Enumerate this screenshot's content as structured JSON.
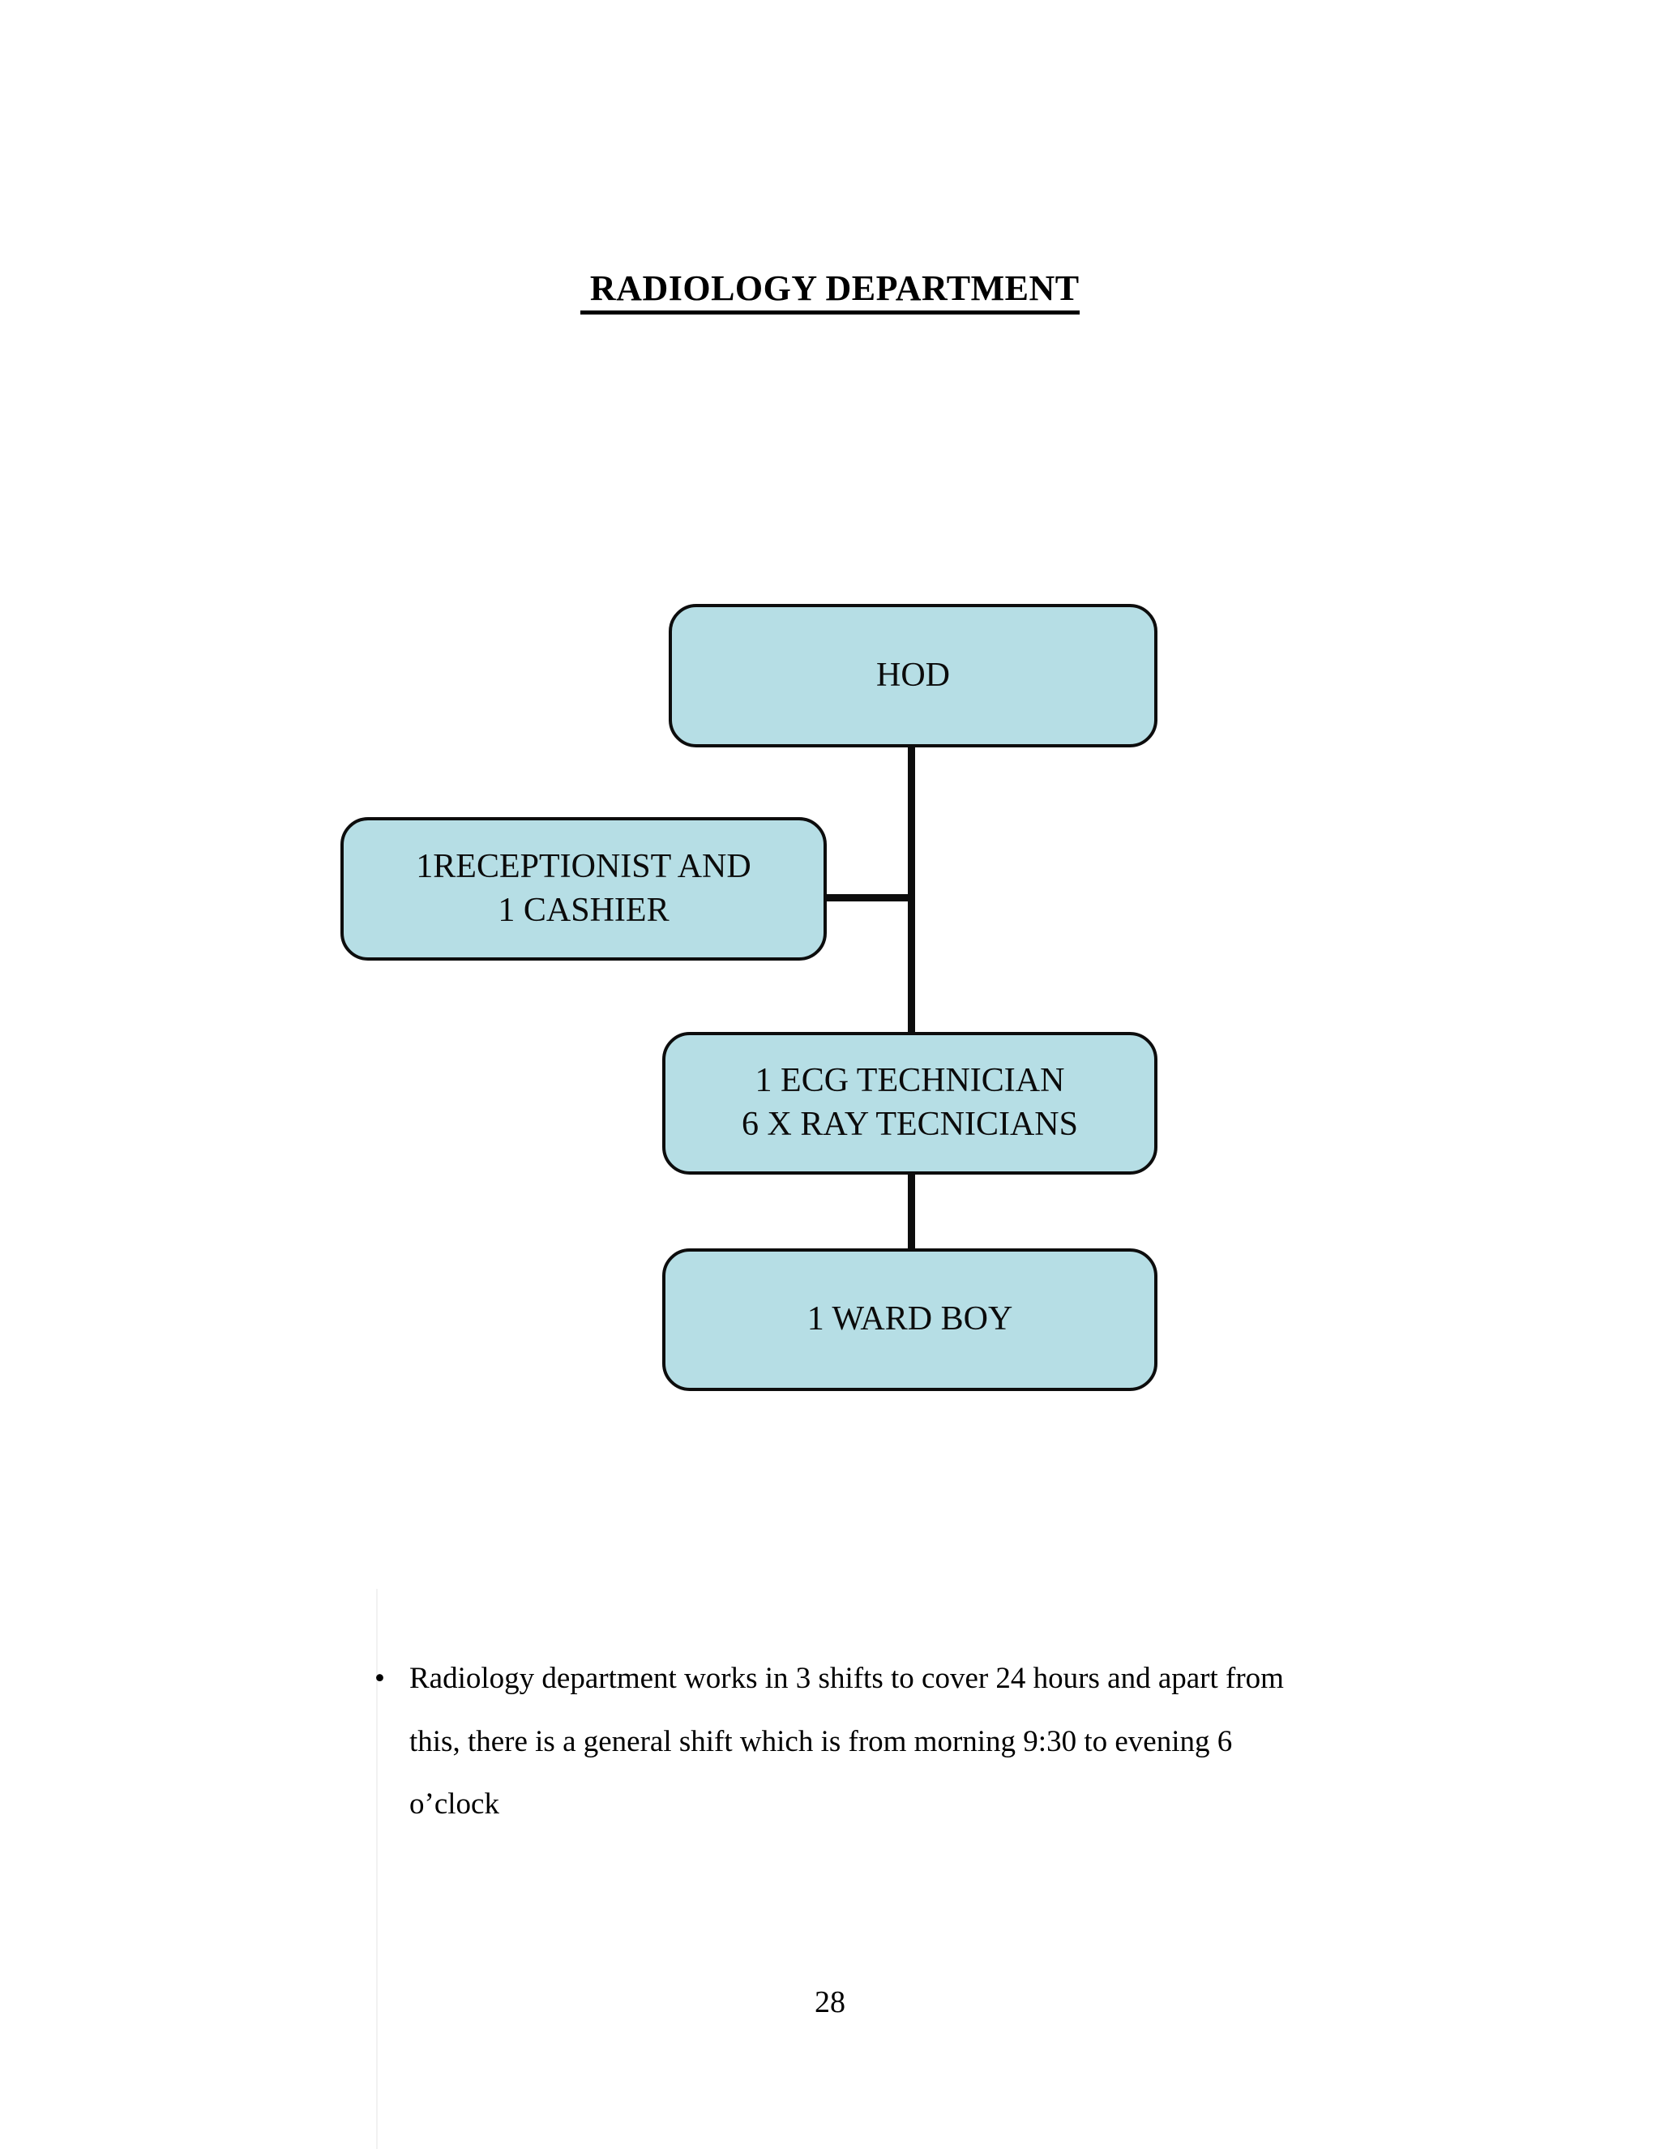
{
  "page": {
    "title": "RADIOLOGY DEPARTMENT",
    "title_leading_space": " ",
    "page_number": "28",
    "background_color": "#ffffff"
  },
  "org_chart": {
    "node_fill_color": "#b6dee5",
    "node_border_color": "#0d0d0d",
    "connector_color": "#0d0d0d",
    "nodes": [
      {
        "id": "hod",
        "label": "HOD"
      },
      {
        "id": "reception",
        "label": "1RECEPTIONIST AND\n1 CASHIER"
      },
      {
        "id": "technicians",
        "label": "1 ECG TECHNICIAN\n6 X RAY TECNICIANS"
      },
      {
        "id": "wardboy",
        "label": "1 WARD BOY"
      }
    ],
    "connections": [
      {
        "from": "hod",
        "to": "technicians"
      },
      {
        "from": "hod",
        "to": "reception"
      },
      {
        "from": "technicians",
        "to": "wardboy"
      }
    ]
  },
  "notes": {
    "bullet_marker": "•",
    "items": [
      "Radiology department works in 3 shifts to cover 24 hours and apart from this, there is a general shift which is from morning 9:30 to evening 6 o’clock"
    ]
  }
}
